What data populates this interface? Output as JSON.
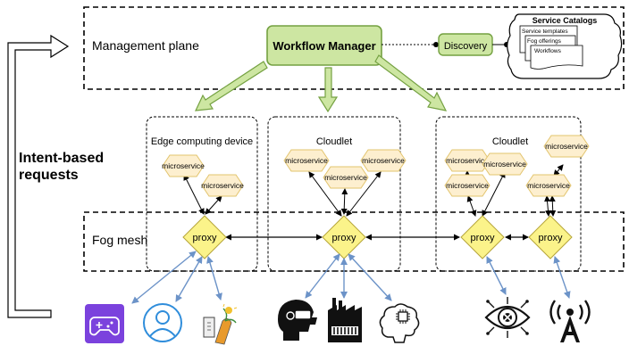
{
  "planes": {
    "management": "Management plane",
    "fog": "Fog mesh"
  },
  "side_label": {
    "line1": "Intent-based",
    "line2": "requests"
  },
  "workflow_manager": "Workflow Manager",
  "discovery": "Discovery",
  "catalog": {
    "title": "Service Catalogs",
    "docs": [
      "Service templates",
      "Fog offerings",
      "Workflows"
    ]
  },
  "groups": [
    {
      "title": "Edge computing device",
      "microservices": [
        "microservice",
        "microservice"
      ],
      "proxies": [
        "proxy"
      ]
    },
    {
      "title": "Cloudlet",
      "microservices": [
        "microservice",
        "microservice",
        "microservice"
      ],
      "proxies": [
        "proxy"
      ]
    },
    {
      "title": "Cloudlet",
      "microservices": [
        "microservice",
        "microservice",
        "microservice",
        "microservice",
        "microservice"
      ],
      "proxies": [
        "proxy",
        "proxy"
      ]
    }
  ],
  "devices": [
    {
      "name": "gamepad-app-icon"
    },
    {
      "name": "user-avatar-icon"
    },
    {
      "name": "smart-farming-icon"
    },
    {
      "name": "vr-headset-person-icon"
    },
    {
      "name": "factory-icon"
    },
    {
      "name": "ai-brain-chip-icon"
    },
    {
      "name": "surveillance-eye-icon"
    },
    {
      "name": "radio-tower-icon"
    }
  ],
  "colors": {
    "manager_fill": "#cde6a2",
    "manager_stroke": "#74a141",
    "arrow_fill": "#cde6a2",
    "hexagon_fill": "#fdefcf",
    "hexagon_stroke": "#e2c46e",
    "proxy_fill": "#fbf38a",
    "proxy_stroke": "#b6a53a",
    "link_blue": "#6c93c8",
    "app_icon_bg": "#7b42dd"
  }
}
